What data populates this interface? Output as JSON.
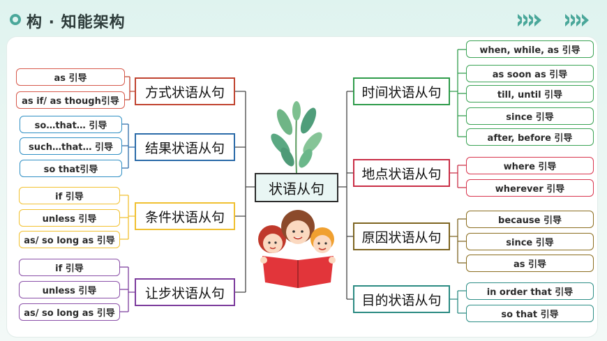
{
  "header": {
    "title": "构 · 知能架构"
  },
  "center": {
    "label": "状语从句"
  },
  "left": [
    {
      "label": "方式状语从句",
      "items": [
        "as 引导",
        "as if/ as though引导"
      ]
    },
    {
      "label": "结果状语从句",
      "items": [
        "so…that… 引导",
        "such…that… 引导",
        "so that引导"
      ]
    },
    {
      "label": "条件状语从句",
      "items": [
        "if 引导",
        "unless 引导",
        "as/ so long as 引导"
      ]
    },
    {
      "label": "让步状语从句",
      "items": [
        "if 引导",
        "unless 引导",
        "as/ so long as 引导"
      ]
    }
  ],
  "right": [
    {
      "label": "时间状语从句",
      "items": [
        "when, while, as 引导",
        "as soon as 引导",
        "till, until 引导",
        "since 引导",
        "after, before 引导"
      ]
    },
    {
      "label": "地点状语从句",
      "items": [
        "where 引导",
        "wherever 引导"
      ]
    },
    {
      "label": "原因状语从句",
      "items": [
        "because 引导",
        "since 引导",
        "as 引导"
      ]
    },
    {
      "label": "目的状语从句",
      "items": [
        "in order that 引导",
        "so that 引导"
      ]
    }
  ],
  "colors": {
    "accent": "#4aa79a",
    "red": "#d6584a",
    "blue": "#2f8fc4",
    "yellow": "#f2c12f",
    "purple": "#8a4fa8",
    "green": "#3aa354",
    "pink": "#d8344d",
    "olive": "#8a6d1e",
    "teal": "#2c8e86"
  },
  "icons": [
    "plant-icon",
    "children-reading-icon",
    "chevron-right-icon"
  ]
}
